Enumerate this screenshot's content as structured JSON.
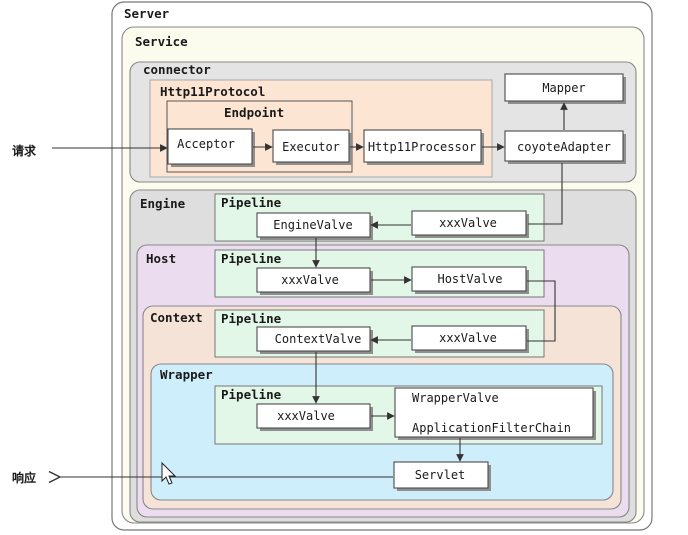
{
  "containers": {
    "server": "Server",
    "service": "Service",
    "connector": "connector",
    "http11_protocol": "Http11Protocol",
    "endpoint": "Endpoint",
    "engine": "Engine",
    "engine_pipeline": "Pipeline",
    "host": "Host",
    "host_pipeline": "Pipeline",
    "context": "Context",
    "context_pipeline": "Pipeline",
    "wrapper": "Wrapper",
    "wrapper_pipeline": "Pipeline"
  },
  "nodes": {
    "mapper": "Mapper",
    "acceptor": "Acceptor",
    "executor": "Executor",
    "http11_processor": "Http11Processor",
    "coyote_adapter": "coyoteAdapter",
    "engine_valve": "EngineValve",
    "engine_xxx_valve": "xxxValve",
    "host_xxx_valve": "xxxValve",
    "host_valve": "HostValve",
    "context_valve": "ContextValve",
    "context_xxx_valve": "xxxValve",
    "wrapper_xxx_valve": "xxxValve",
    "wrapper_valve": "WrapperValve",
    "application_filter_chain": "ApplicationFilterChain",
    "servlet": "Servlet"
  },
  "external": {
    "request": "请求",
    "response": "响应"
  },
  "colors": {
    "server_bg": "#ffffff",
    "service_bg": "#fbfbee",
    "connector_bg": "#e4e4e4",
    "protocol_bg": "#fde5d4",
    "engine_bg": "#dedede",
    "pipeline_bg": "#e3f7e8",
    "host_bg": "#ecdcef",
    "context_bg": "#f5e3d8",
    "wrapper_bg": "#cfeefb"
  }
}
